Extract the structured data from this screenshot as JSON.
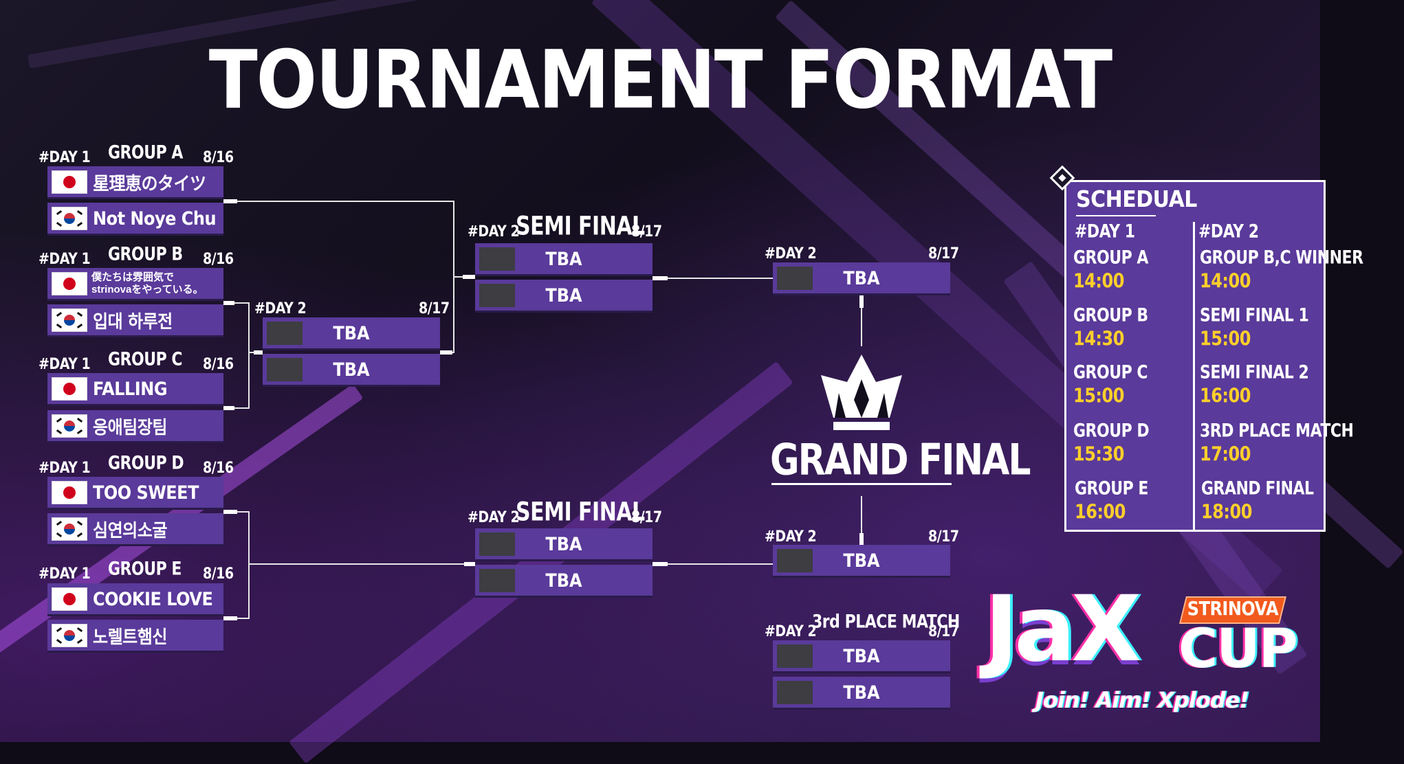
{
  "page_title": "TOURNAMENT FORMAT",
  "groups": [
    {
      "day": "#DAY 1",
      "name": "GROUP A",
      "date": "8/16",
      "teams": [
        {
          "flag": "jp-flag-icon",
          "name": "星理恵のタイツ"
        },
        {
          "flag": "kr-flag-icon",
          "name": "Not Noye Chu"
        }
      ]
    },
    {
      "day": "#DAY 1",
      "name": "GROUP B",
      "date": "8/16",
      "teams": [
        {
          "flag": "jp-flag-icon",
          "name_line1": "僕たちは雰囲気で",
          "name_line2": "strinovaをやっている。"
        },
        {
          "flag": "kr-flag-icon",
          "name": "입대 하루전"
        }
      ]
    },
    {
      "day": "#DAY 1",
      "name": "GROUP C",
      "date": "8/16",
      "teams": [
        {
          "flag": "jp-flag-icon",
          "name": "FALLING"
        },
        {
          "flag": "kr-flag-icon",
          "name": "응애팀장팀"
        }
      ]
    },
    {
      "day": "#DAY 1",
      "name": "GROUP D",
      "date": "8/16",
      "teams": [
        {
          "flag": "jp-flag-icon",
          "name": "TOO SWEET"
        },
        {
          "flag": "kr-flag-icon",
          "name": "심연의소굴"
        }
      ]
    },
    {
      "day": "#DAY 1",
      "name": "GROUP E",
      "date": "8/16",
      "teams": [
        {
          "flag": "jp-flag-icon",
          "name": "COOKIE LOVE"
        },
        {
          "flag": "kr-flag-icon",
          "name": "노렐트햄신"
        }
      ]
    }
  ],
  "bc_match": {
    "day": "#DAY 2",
    "date": "8/17",
    "slots": [
      "TBA",
      "TBA"
    ]
  },
  "semi_final_1": {
    "day": "#DAY 2",
    "title": "SEMI FINAL",
    "date": "8/17",
    "slots": [
      "TBA",
      "TBA"
    ]
  },
  "semi_final_2": {
    "day": "#DAY 2",
    "title": "SEMI FINAL",
    "date": "8/17",
    "slots": [
      "TBA",
      "TBA"
    ]
  },
  "grand_final": {
    "title": "GRAND FINAL",
    "upper": {
      "day": "#DAY 2",
      "date": "8/17",
      "slot": "TBA"
    },
    "lower": {
      "day": "#DAY 2",
      "date": "8/17",
      "slot": "TBA"
    }
  },
  "third_place": {
    "day": "#DAY 2",
    "title": "3rd PLACE MATCH",
    "date": "8/17",
    "slots": [
      "TBA",
      "TBA"
    ]
  },
  "schedule": {
    "title": "SCHEDUAL",
    "day1": {
      "label": "#DAY 1",
      "items": [
        {
          "label": "GROUP A",
          "time": "14:00"
        },
        {
          "label": "GROUP B",
          "time": "14:30"
        },
        {
          "label": "GROUP C",
          "time": "15:00"
        },
        {
          "label": "GROUP D",
          "time": "15:30"
        },
        {
          "label": "GROUP E",
          "time": "16:00"
        }
      ]
    },
    "day2": {
      "label": "#DAY 2",
      "items": [
        {
          "label": "GROUP B,C WINNER",
          "time": "14:00"
        },
        {
          "label": "SEMI FINAL 1",
          "time": "15:00"
        },
        {
          "label": "SEMI FINAL 2",
          "time": "16:00"
        },
        {
          "label": "3RD PLACE MATCH",
          "time": "17:00"
        },
        {
          "label": "GRAND FINAL",
          "time": "18:00"
        }
      ]
    }
  },
  "logo": {
    "main": "JaX",
    "cup": "CUP",
    "brand_tag": "STRINOVA",
    "slogan": "Join! Aim! Xplode!"
  },
  "colors": {
    "slot": "#5a3a9a",
    "time": "#ffcf2b",
    "brand_tag": "#f25a1d",
    "background": "#0f0b17"
  }
}
